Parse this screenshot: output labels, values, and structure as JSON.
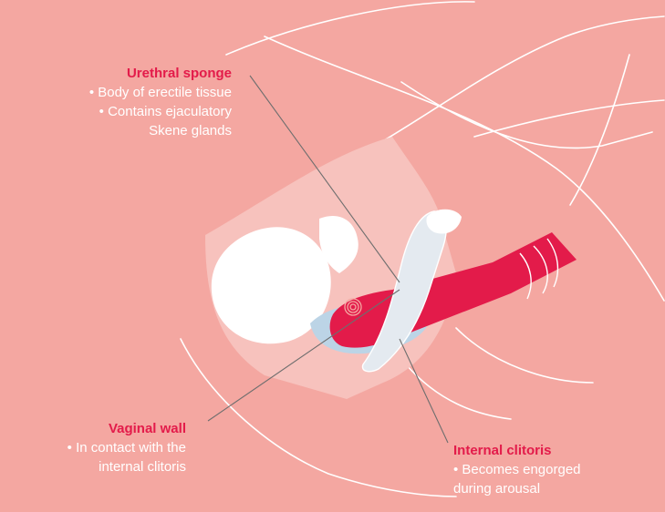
{
  "labels": {
    "urethral_sponge": {
      "title": "Urethral sponge",
      "lines": [
        "• Body of erectile tissue",
        "• Contains ejaculatory",
        "Skene glands"
      ]
    },
    "vaginal_wall": {
      "title": "Vaginal wall",
      "lines": [
        "• In contact with the",
        "internal clitoris"
      ]
    },
    "internal_clitoris": {
      "title": "Internal clitoris",
      "lines": [
        "• Becomes engorged",
        "during arousal"
      ]
    }
  },
  "colors": {
    "background": "#f4a7a1",
    "accent": "#e31b4a",
    "outline": "#ffffff",
    "pelvis_fill": "#f7c2bd",
    "vaginal_canal": "#bcd4e6",
    "leader_line": "#6e6e6e"
  }
}
